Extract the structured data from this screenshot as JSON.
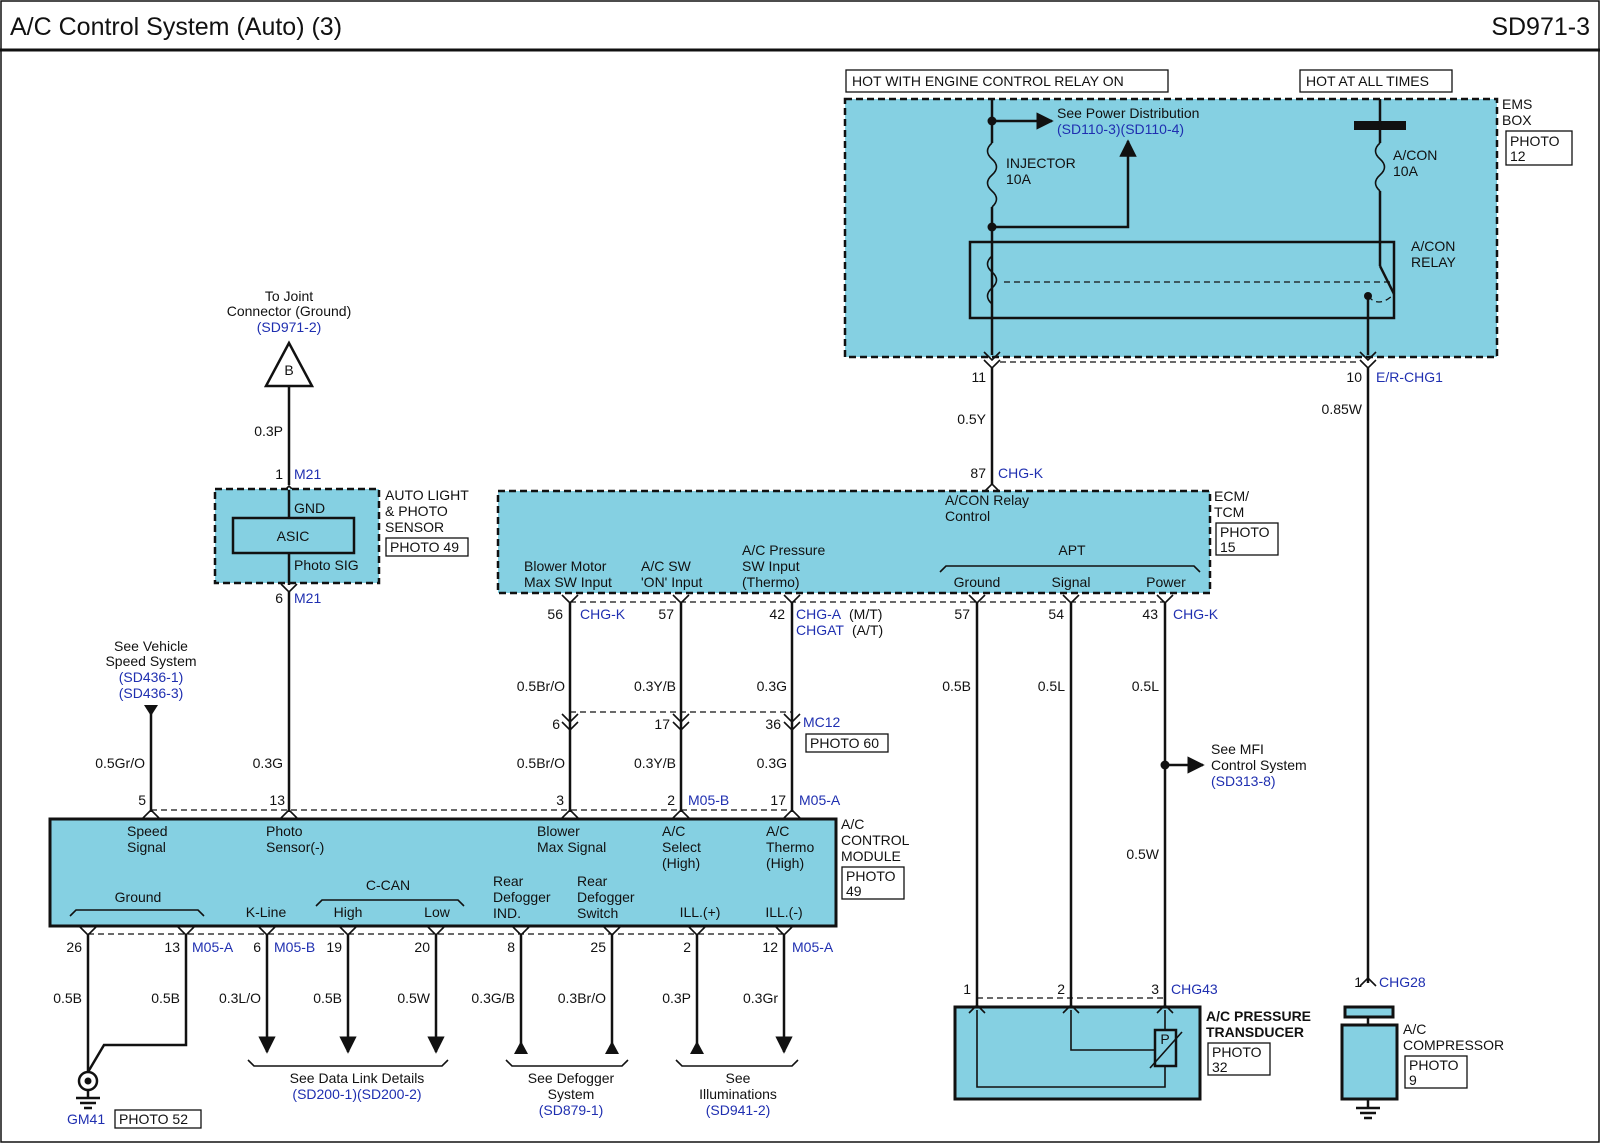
{
  "title": "A/C Control System (Auto) (3)",
  "page_code": "SD971-3",
  "power": {
    "hot_relay": "HOT WITH ENGINE CONTROL RELAY ON",
    "hot_all": "HOT AT ALL TIMES",
    "ems_box": [
      "EMS",
      "BOX"
    ],
    "ems_photo": [
      "PHOTO",
      "12"
    ],
    "see_power_dist": "See Power Distribution",
    "power_dist_ref": "(SD110-3)(SD110-4)",
    "injector_fuse": [
      "INJECTOR",
      "10A"
    ],
    "acon_fuse": [
      "A/CON",
      "10A"
    ],
    "acon_relay": [
      "A/CON",
      "RELAY"
    ],
    "pin11": "11",
    "pin10": "10",
    "er_chg1": "E/R-CHG1",
    "wire_05y": "0.5Y",
    "wire_085w": "0.85W"
  },
  "ecm": {
    "pin87": "87",
    "chg_k_top": "CHG-K",
    "name": [
      "ECM/",
      "TCM"
    ],
    "photo": [
      "PHOTO",
      "15"
    ],
    "relay_control": [
      "A/CON Relay",
      "Control"
    ],
    "blower_input": [
      "Blower Motor",
      "Max SW Input"
    ],
    "acsw_input": [
      "A/C SW",
      "'ON' Input"
    ],
    "pressure_input": [
      "A/C Pressure",
      "SW Input",
      "(Thermo)"
    ],
    "apt": "APT",
    "apt_ground": "Ground",
    "apt_signal": "Signal",
    "apt_power": "Power",
    "pin56": "56",
    "pin57a": "57",
    "pin42": "42",
    "pin57b": "57",
    "pin54": "54",
    "pin43": "43",
    "chg_k_56": "CHG-K",
    "chg_a": "CHG-A",
    "mt": "(M/T)",
    "chgat": "CHGAT",
    "at": "(A/T)",
    "chg_k_43": "CHG-K"
  },
  "sensor": {
    "to_joint": [
      "To Joint",
      "Connector (Ground)"
    ],
    "joint_ref": "(SD971-2)",
    "b": "B",
    "wire_03p": "0.3P",
    "pin1": "1",
    "m21_top": "M21",
    "gnd": "GND",
    "asic": "ASIC",
    "photo_sig": "Photo SIG",
    "name": [
      "AUTO LIGHT",
      "& PHOTO",
      "SENSOR"
    ],
    "photo": "PHOTO 49",
    "pin6": "6",
    "m21_bottom": "M21"
  },
  "vss": {
    "label": [
      "See Vehicle",
      "Speed System"
    ],
    "ref1": "(SD436-1)",
    "ref2": "(SD436-3)"
  },
  "mid_wires": {
    "w1": "0.5Br/O",
    "w2": "0.3Y/B",
    "w3": "0.3G",
    "w4": "0.5B",
    "w5": "0.5L",
    "w6": "0.5L",
    "c6": "6",
    "c17": "17",
    "c36": "36",
    "mc12": "MC12",
    "photo60": "PHOTO 60",
    "w7": "0.5Gr/O",
    "w8": "0.3G",
    "w9": "0.5Br/O",
    "w10": "0.3Y/B",
    "w11": "0.3G",
    "see_mfi": [
      "See MFI",
      "Control System"
    ],
    "mfi_ref": "(SD313-8)",
    "w12": "0.5W"
  },
  "acm": {
    "p5": "5",
    "p13": "13",
    "p3": "3",
    "p2": "2",
    "p17": "17",
    "m05b": "M05-B",
    "m05a": "M05-A",
    "speed": [
      "Speed",
      "Signal"
    ],
    "photo_sensor": [
      "Photo",
      "Sensor(-)"
    ],
    "blower": [
      "Blower",
      "Max Signal"
    ],
    "select": [
      "A/C",
      "Select",
      "(High)"
    ],
    "thermo": [
      "A/C",
      "Thermo",
      "(High)"
    ],
    "name": [
      "A/C",
      "CONTROL",
      "MODULE"
    ],
    "photo": [
      "PHOTO",
      "49"
    ],
    "ground": "Ground",
    "kline": "K-Line",
    "ccan": "C-CAN",
    "high": "High",
    "low": "Low",
    "rear_ind": [
      "Rear",
      "Defogger",
      "IND."
    ],
    "rear_sw": [
      "Rear",
      "Defogger",
      "Switch"
    ],
    "ill_plus": "ILL.(+)",
    "ill_minus": "ILL.(-)",
    "b26": "26",
    "b13": "13",
    "b6": "6",
    "b19": "19",
    "b20": "20",
    "b8": "8",
    "b25": "25",
    "b2": "2",
    "b12": "12",
    "bm05a1": "M05-A",
    "bm05b": "M05-B",
    "bm05a2": "M05-A"
  },
  "bottom": {
    "w_05b1": "0.5B",
    "w_05b2": "0.5B",
    "w_03lo": "0.3L/O",
    "w_05b3": "0.5B",
    "w_05w": "0.5W",
    "w_03gb": "0.3G/B",
    "w_03bro": "0.3Br/O",
    "w_03p": "0.3P",
    "w_03gr": "0.3Gr",
    "gm41": "GM41",
    "photo52": "PHOTO 52",
    "data_link": "See Data Link Details",
    "data_link_ref": "(SD200-1)(SD200-2)",
    "defogger": [
      "See Defogger",
      "System"
    ],
    "defogger_ref": "(SD879-1)",
    "illum": [
      "See",
      "Illuminations"
    ],
    "illum_ref": "(SD941-2)"
  },
  "transducer": {
    "p1": "1",
    "p2": "2",
    "p3": "3",
    "chg43": "CHG43",
    "name": [
      "A/C PRESSURE",
      "TRANSDUCER"
    ],
    "photo": [
      "PHOTO",
      "32"
    ],
    "p": "P"
  },
  "compressor": {
    "p1": "1",
    "chg28": "CHG28",
    "name": [
      "A/C",
      "COMPRESSOR"
    ],
    "photo": [
      "PHOTO",
      "9"
    ]
  }
}
